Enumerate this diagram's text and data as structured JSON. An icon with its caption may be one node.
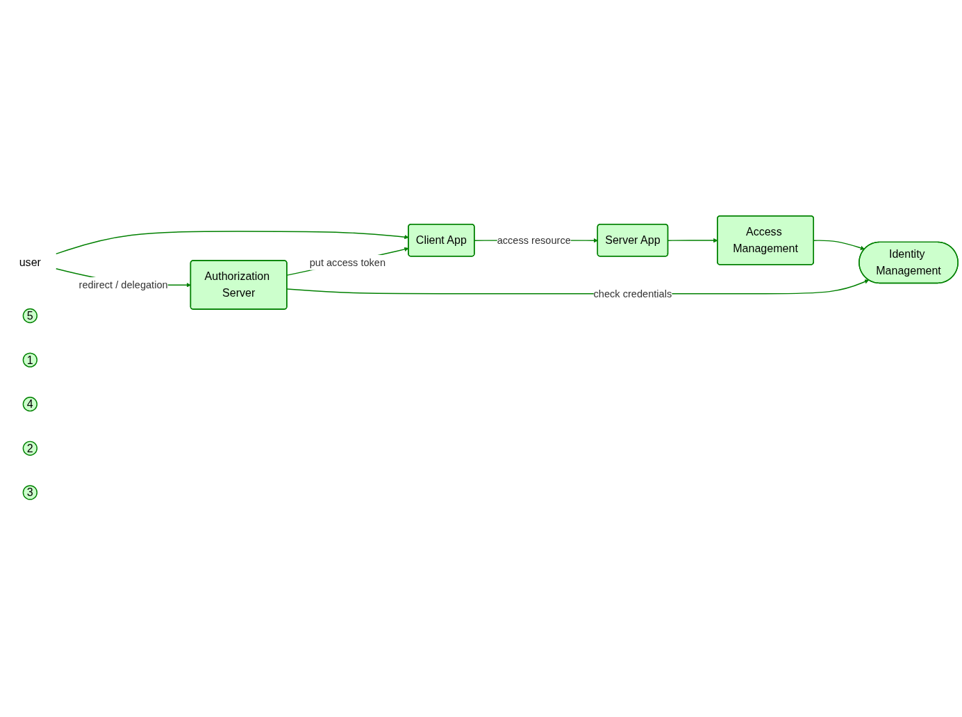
{
  "diagram": {
    "nodes": [
      {
        "text": [
          "user"
        ]
      },
      {
        "text": [
          "Client App"
        ]
      },
      {
        "text": [
          "5"
        ]
      },
      {
        "text": [
          "Server App"
        ]
      },
      {
        "text": [
          "1"
        ]
      },
      {
        "text": [
          "4"
        ]
      },
      {
        "text": [
          "Access Management"
        ]
      },
      {
        "text": [
          "2"
        ]
      },
      {
        "text": [
          "3"
        ]
      },
      {
        "text": [
          "Authorization Server"
        ]
      },
      {
        "text": [
          "Identity Management"
        ]
      }
    ],
    "edges": [
      {
        "from": 0,
        "to": 1,
        "arrow": "to"
      },
      {
        "from": 1,
        "to": 3,
        "arrow": "to",
        "label": "access resource"
      },
      {
        "from": 3,
        "to": 6,
        "arrow": "to"
      },
      {
        "from": 0,
        "to": 9,
        "arrow": "to",
        "label": "redirect / delegation"
      },
      {
        "from": 9,
        "to": 1,
        "arrow": "to",
        "label": "put access token"
      },
      {
        "from": 6,
        "to": 10,
        "arrow": "to"
      },
      {
        "from": 9,
        "to": 10,
        "arrow": "to",
        "label": "check credentials"
      }
    ]
  }
}
